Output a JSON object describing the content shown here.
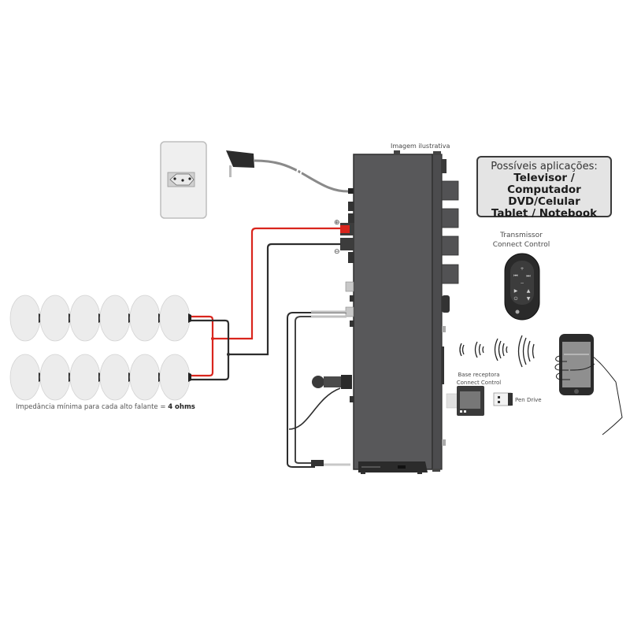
{
  "diagram": {
    "caption": "Imagem ilustrativa",
    "applications": {
      "title": "Possíveis aplicações:",
      "items": [
        "Televisor / Computador",
        "DVD/Celular",
        "Tablet / Notebook"
      ]
    },
    "transmitter": {
      "line1": "Transmissor",
      "line2": "Connect Control"
    },
    "receiver": {
      "line1": "Base receptora",
      "line2": "Connect Control"
    },
    "pen_drive": "Pen Drive",
    "impedance": {
      "text": "Impedância mínima para cada alto falante = ",
      "value": "4 ohms"
    },
    "terminals": {
      "positive": "+",
      "negative": "−"
    },
    "speakers": {
      "rows": 2,
      "per_row": 6
    },
    "colors": {
      "amp_body": "#58585a",
      "amp_dark": "#3e3e40",
      "wire_positive": "#d9251d",
      "wire_negative": "#2d2d2d",
      "speaker": "#ececec",
      "box_bg": "#e4e4e4"
    },
    "components": [
      "wall-outlet",
      "power-adapter",
      "amplifier",
      "speakers",
      "remote-transmitter",
      "receiver-base",
      "pen-drive",
      "smartphone",
      "dvd-player",
      "microphone",
      "rca-cable"
    ]
  }
}
